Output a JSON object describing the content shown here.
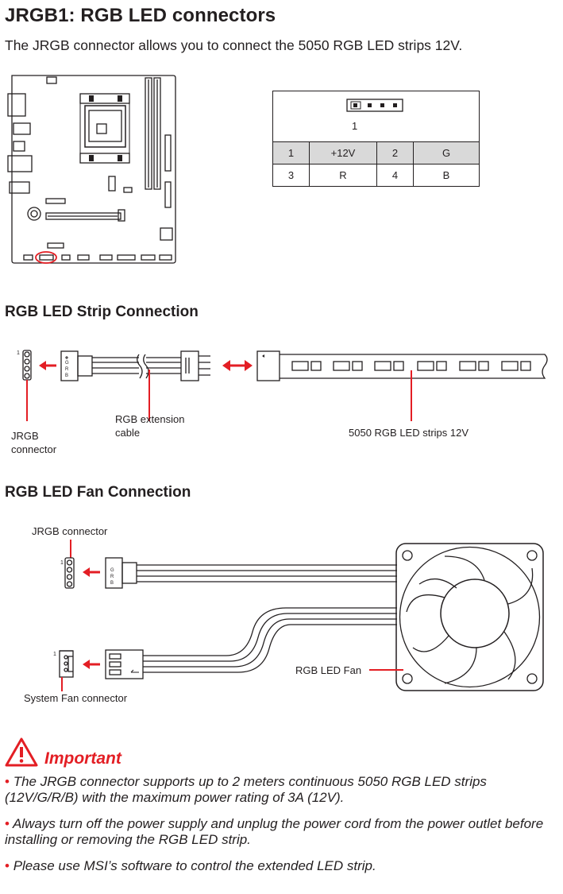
{
  "header": {
    "title": "JRGB1: RGB LED connectors",
    "intro": "The JRGB connector allows you to connect the 5050 RGB LED strips 12V."
  },
  "pin_diagram": {
    "pin1_label": "1",
    "rows": [
      [
        "1",
        "+12V",
        "2",
        "G"
      ],
      [
        "3",
        "R",
        "4",
        "B"
      ]
    ]
  },
  "strip_section": {
    "heading": "RGB LED Strip Connection",
    "pin1_label": "1",
    "cable_letters": [
      "G",
      "R",
      "B"
    ],
    "jrgb_label_line1": "JRGB",
    "jrgb_label_line2": "connector",
    "extension_label_line1": "RGB extension",
    "extension_label_line2": "cable",
    "strip_label": "5050 RGB LED strips 12V"
  },
  "fan_section": {
    "heading": "RGB LED Fan Connection",
    "jrgb_label": "JRGB connector",
    "pin1_label": "1",
    "sys_pin1_label": "1",
    "cable_letters": [
      "G",
      "R",
      "B"
    ],
    "fan_label": "RGB LED Fan",
    "sysfan_label": "System Fan connector"
  },
  "important": {
    "heading": "Important",
    "notes": [
      "The JRGB connector supports up to 2 meters continuous 5050 RGB LED strips (12V/G/R/B) with the maximum power rating of 3A (12V).",
      "Always turn off the power supply and unplug the power cord from the power outlet before installing or removing the RGB LED strip.",
      "Please use MSI’s software to control the extended LED strip."
    ]
  },
  "colors": {
    "accent": "#e31e24",
    "text": "#231f20",
    "shade": "#d9d9d9"
  }
}
